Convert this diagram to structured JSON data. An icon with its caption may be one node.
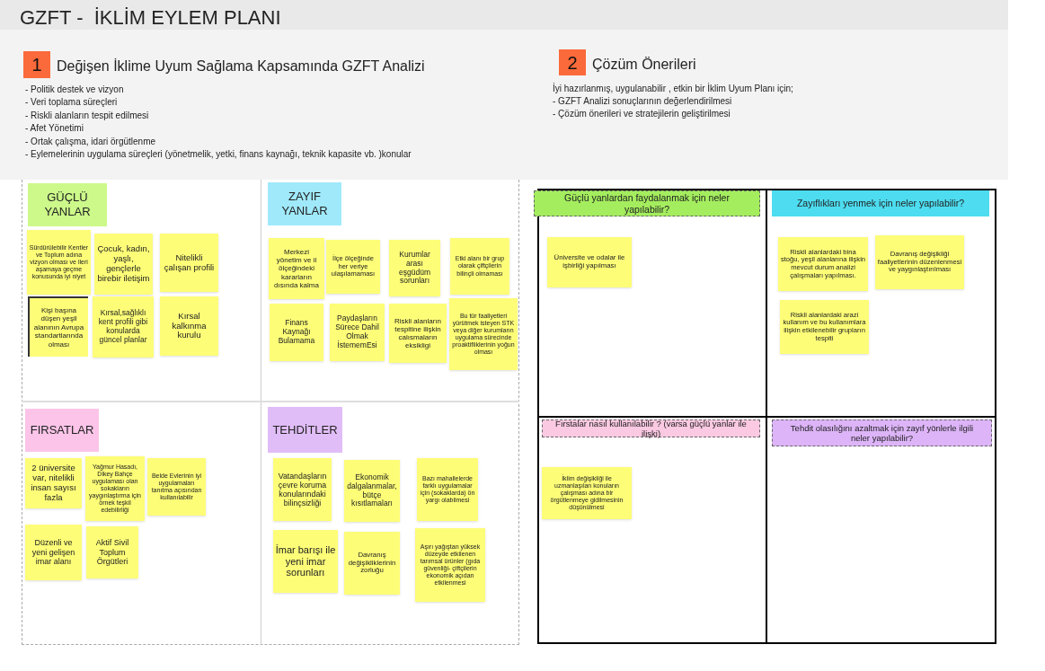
{
  "diagram": {
    "title": "GZFT -  İKLİM EYLEM PLANI",
    "nodes": [
      {
        "text": [
          "1"
        ],
        "beside": [
          "Değişen İklime Uyum Sağlama Kapsamında GZFT Analizi"
        ]
      },
      {
        "text": [
          "2"
        ],
        "beside": [
          "Çözüm Önerileri"
        ]
      },
      {
        "text": [
          "GÜÇLÜ YANLAR"
        ]
      },
      {
        "text": [
          "Sürdürülebilir Kentler ve Toplum adına vizyon olması ve ileri aşamaya geçme konusunda iyi niyet"
        ]
      },
      {
        "text": [
          "Çocuk, kadın, yaşlı, gençlerle birebir iletişim"
        ]
      },
      {
        "text": [
          "Nitelikli çalışan profili"
        ]
      },
      {
        "text": [
          "Kişi başına düşen yeşil alanının Avrupa standartlarında olması"
        ]
      },
      {
        "text": [
          "Kırsal,sağlıklı kent profili gibi konularda güncel planlar"
        ]
      },
      {
        "text": [
          "Kırsal kalkınma kurulu"
        ]
      },
      {
        "text": [
          "ZAYIF YANLAR"
        ]
      },
      {
        "text": [
          "Merkezi yönetim ve il ölçeğindeki kararların dısında kalma"
        ]
      },
      {
        "text": [
          "İlçe ölçeğinde her veriye ulaşılamaması"
        ]
      },
      {
        "text": [
          "Kurumlar arası eşgüdüm sorunları"
        ]
      },
      {
        "text": [
          "Etki alanı bir grup olarak çiftçilerin bilinçli olmaması"
        ]
      },
      {
        "text": [
          "Finans Kaynağı Bulamama"
        ]
      },
      {
        "text": [
          "Paydaşların Sürece Dahil Olmak İstememEsi"
        ]
      },
      {
        "text": [
          "Riskli alanların tespitine ilişkin calısmaların eksikligi"
        ]
      },
      {
        "text": [
          "Bu tür faaliyetleri yürütmek isteyen STK veya diğer kurumların uygulama sürecinde proaktifliklerinin yoğun olması"
        ]
      },
      {
        "text": [
          "FIRSATLAR"
        ]
      },
      {
        "text": [
          "2 üniversite var, nitelikli insan sayısı fazla"
        ]
      },
      {
        "text": [
          "Yağmur Hasadı, Dikey Bahçe uygulaması olan sokakların yaygınlaştırma için örnek teşkil edebilirliği"
        ]
      },
      {
        "text": [
          "Belde Evlerinin iyi uygulamaları tanıtma açısından kullanılabilir"
        ]
      },
      {
        "text": [
          "Düzenli ve yeni gelişen imar alanı"
        ]
      },
      {
        "text": [
          "Aktif Sivil Toplum Örgütleri"
        ]
      },
      {
        "text": [
          "TEHDİTLER"
        ]
      },
      {
        "text": [
          "Vatandaşların çevre koruma konularındaki bilinçsizliği"
        ]
      },
      {
        "text": [
          "Ekonomik dalgalanmalar, bütçe kısıtlamaları"
        ]
      },
      {
        "text": [
          "Bazı mahallelerde farklı uygulamalar için (sokaklarda) ön yargı olabilmesi"
        ]
      },
      {
        "text": [
          "İmar barışı ile yeni imar sorunları"
        ]
      },
      {
        "text": [
          "Davranış değişikliklerinin zorluğu"
        ]
      },
      {
        "text": [
          "Aşırı yağıştan yüksek düzeyde etkilenen tarımsal ürünler (gıda güvenliği- çiftçilerin ekonomik açıdan etkilenmesi"
        ]
      },
      {
        "text": [
          "Güçlü yanlardan faydalanmak için neler yapılabilir?"
        ]
      },
      {
        "text": [
          "Üniversite ve odalar ile işbirliği yapılması"
        ]
      },
      {
        "text": [
          "Zayıflıkları yenmek için neler yapılabilir?"
        ]
      },
      {
        "text": [
          "Riskli alanlardaki bina stoğu, yeşil alanlarına ilişkin mevcut durum analizi çalışmaları yapılması."
        ]
      },
      {
        "text": [
          "Davranış değişikliği faaliyetlerinin düzenlenmesi ve yaygınlaştırılması"
        ]
      },
      {
        "text": [
          "Riskli alanlardaki arazi kullanım ve bu kullanımlara ilişkin etkilenebilir grupların tespiti"
        ]
      },
      {
        "text": [
          "Fırstalar nasıl kullanılabilir ?  (varsa güçlü yanlar ile ilişki)"
        ]
      },
      {
        "text": [
          "İklim değişikliği ile uzmanlaşılan konuların çalışması adına bir örgütlenmeye gidilmesinin düşünülmesi"
        ]
      },
      {
        "text": [
          "Tehdit olasılığını azaltmak için  zayıf yönlerle ilgili neler yapılabilir?"
        ]
      }
    ],
    "labels": [
      "- Politik destek ve vizyon",
      "- Veri toplama süreçleri",
      "- Riskli alanların tespit edilmesi",
      "- Afet Yönetimi",
      "- Ortak çalışma, idari örgütlenme",
      "- Eylemelerinin uygulama süreçleri (yönetmelik, yetki, finans kaynağı, teknik kapasite vb. )konular",
      "İyi hazırlanmış, uygulanabilir , etkin bir İklim Uyum Planı için;",
      "- GZFT Analizi sonuçlarının değerlendirilmesi",
      "- Çözüm önerileri ve stratejilerin geliştirilmesi"
    ]
  }
}
